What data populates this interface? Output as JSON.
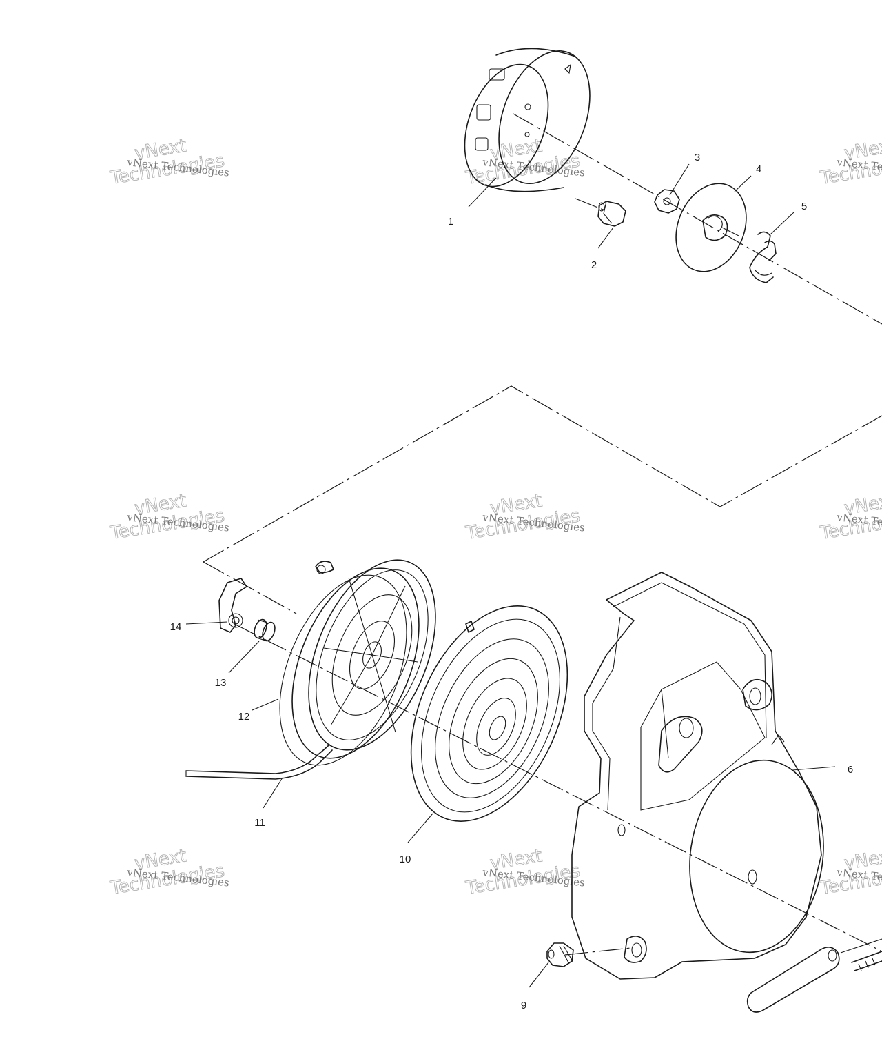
{
  "watermark": {
    "line_small": "vNext Technologies",
    "big_top": "vNext",
    "big_bottom": "Technologies"
  },
  "callouts": [
    "1",
    "2",
    "3",
    "4",
    "5",
    "6",
    "9",
    "10",
    "11",
    "12",
    "13",
    "14"
  ]
}
